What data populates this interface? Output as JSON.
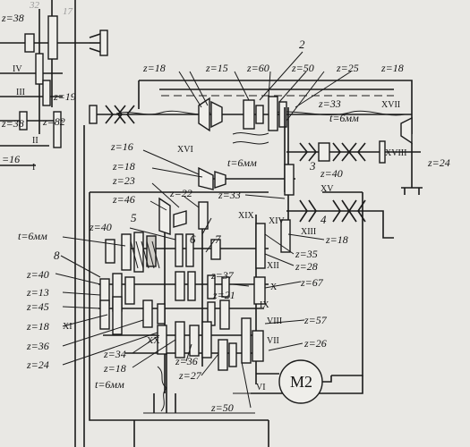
{
  "labels": {
    "top_left_z38": "z=38",
    "top_left_z32": "32",
    "top_left_z17": "17",
    "shaft_IV": "IV",
    "shaft_III": "III",
    "shaft_II": "II",
    "shaft_I": "I",
    "z19": "z=19",
    "z38_left": "z=38",
    "z82": "z=82",
    "z16_left": "=16",
    "z18_top": "z=18",
    "z15": "z=15",
    "z60": "z=60",
    "z50_top": "z=50",
    "z33_top": "z=33",
    "z25": "z=25",
    "z18_topright": "z=18",
    "shaft_XVII": "XVII",
    "t6_top": "t=6мм",
    "callout_2": "2",
    "callout_3": "3",
    "callout_4": "4",
    "callout_5": "5",
    "callout_6": "6",
    "callout_7": "7",
    "callout_8": "8",
    "z16_mid": "z=16",
    "shaft_XVI": "XVI",
    "t6_mid": "t=6мм",
    "z40_right": "z=40",
    "shaft_XV": "XV",
    "shaft_XVIII": "XVIII",
    "z24_right": "z=24",
    "z18_mid": "z=18",
    "z23": "z=23",
    "z22": "z=22",
    "z33_mid": "z=33",
    "z46": "z=46",
    "shaft_XIX": "XIX",
    "shaft_XIV": "XIV",
    "shaft_XIII": "XIII",
    "z18_right": "z=18",
    "t6_left": "t=6мм",
    "z40_l1": "z=40",
    "z35": "z=35",
    "z28": "z=28",
    "shaft_XII": "XII",
    "z40_l2": "z=40",
    "z37": "z=37",
    "z67": "z=67",
    "shaft_X": "X",
    "z13": "z=13",
    "z45": "z=45",
    "z21": "z=21",
    "shaft_IX": "IX",
    "z18_l": "z=18",
    "shaft_XI": "XI",
    "shaft_VIII": "VIII",
    "z57": "z=57",
    "z36_l": "z=36",
    "shaft_XX": "XX",
    "shaft_VII": "VII",
    "z26": "z=26",
    "z24_l": "z=24",
    "z34": "z=34",
    "z18_b": "z=18",
    "z36_b": "z=36",
    "z27": "z=27",
    "t6_bottom": "t=6мм",
    "shaft_VI": "VI",
    "z50_bottom": "z=50",
    "motor": "M2"
  },
  "colors": {
    "paper": "#e9e8e4",
    "ink": "#1a1a1a",
    "gear_fill": "#efeeea",
    "gear_dark": "#cfcdc7"
  },
  "icons": {
    "motor": "motor-circle",
    "handwheel": "handwheel-icon",
    "crank": "crank-handle-icon"
  }
}
